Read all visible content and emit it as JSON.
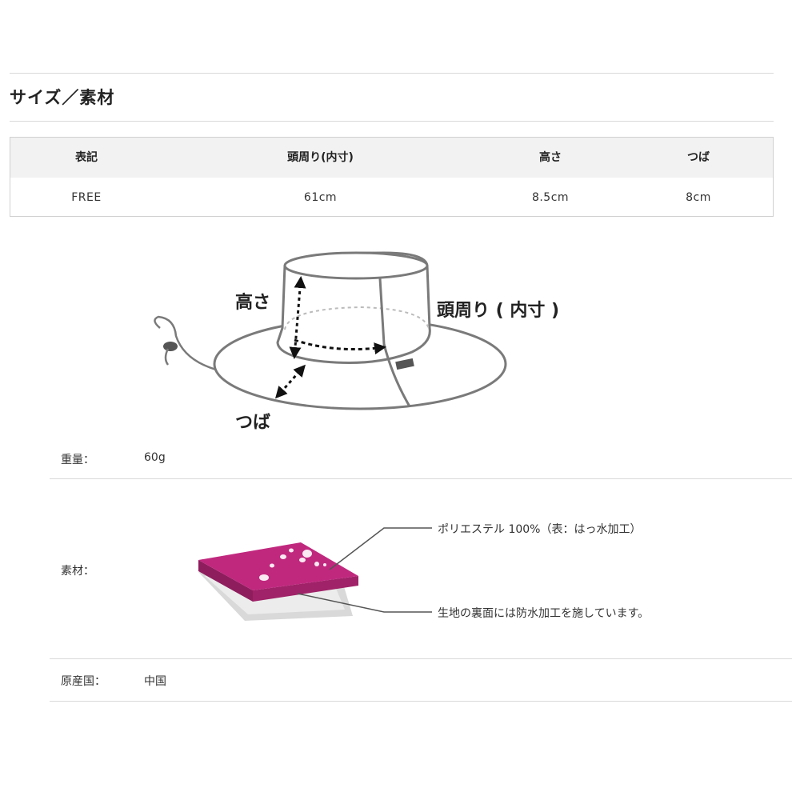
{
  "section": {
    "title": "サイズ／素材"
  },
  "size_table": {
    "headers": [
      "表記",
      "頭周り(内寸)",
      "高さ",
      "つば"
    ],
    "rows": [
      [
        "FREE",
        "61cm",
        "8.5cm",
        "8cm"
      ]
    ]
  },
  "diagram": {
    "label_height": "高さ",
    "label_head": "頭周り ( 内寸 )",
    "label_brim": "つば"
  },
  "specs": {
    "weight": {
      "label": "重量：",
      "value": "60g"
    },
    "material": {
      "label": "素材：",
      "outer_note": "ポリエステル 100%（表：はっ水加工）",
      "inner_note": "生地の裏面には防水加工を施しています。"
    },
    "origin": {
      "label": "原産国：",
      "value": "中国"
    }
  },
  "colors": {
    "fabric_top": "#c0287e",
    "fabric_side": "#8e1d5d",
    "hat_stroke": "#7a7a7a"
  }
}
